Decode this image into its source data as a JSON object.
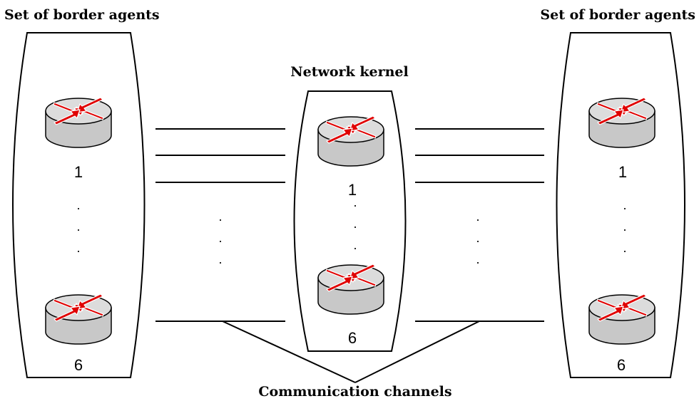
{
  "labels": {
    "left_group": "Set of border agents",
    "right_group": "Set of border agents",
    "kernel": "Network kernel",
    "channels": "Communication channels"
  },
  "left_group": {
    "first_index": "1",
    "last_index": "6",
    "ellipsis": [
      "·",
      "·",
      "·"
    ]
  },
  "kernel": {
    "first_index": "1",
    "last_index": "6",
    "ellipsis": [
      "·",
      "·",
      "·"
    ]
  },
  "right_group": {
    "first_index": "1",
    "last_index": "6",
    "ellipsis": [
      "·",
      "·",
      "·"
    ]
  },
  "channel_ellipsis": {
    "left": [
      "·",
      "·",
      "·"
    ],
    "right": [
      "·",
      "·",
      "·"
    ]
  },
  "colors": {
    "router_top": "#d9d9d9",
    "router_side": "#c4c4c4",
    "arrow": "#e00000",
    "line": "#000000"
  },
  "icons": {
    "router": "router-icon"
  }
}
